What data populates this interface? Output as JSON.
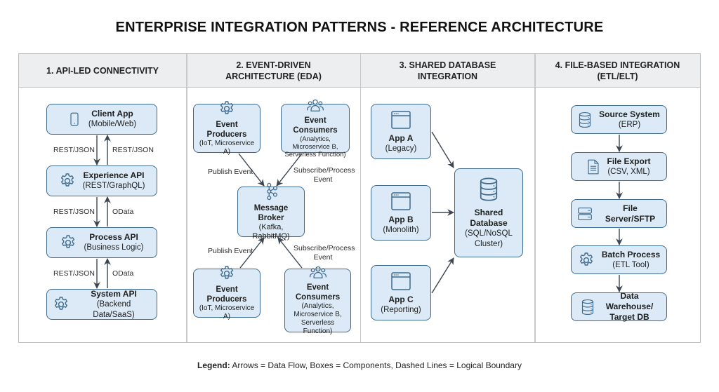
{
  "title": "ENTERPRISE INTEGRATION PATTERNS - REFERENCE ARCHITECTURE",
  "colors": {
    "box_fill": "#dbeaf6",
    "box_border": "#3e6a8e",
    "arrow": "#3b4652",
    "header_fill": "#eceef0"
  },
  "columns": [
    {
      "header_line1": "1. API-LED CONNECTIVITY",
      "header_line2": "",
      "nodes": [
        {
          "icon": "mobile-phone-icon",
          "title": "Client App",
          "subtitle": "(Mobile/Web)"
        },
        {
          "icon": "gear-icon",
          "title": "Experience API",
          "subtitle": "(REST/GraphQL)"
        },
        {
          "icon": "gear-icon",
          "title": "Process API",
          "subtitle": "(Business Logic)"
        },
        {
          "icon": "gear-icon",
          "title": "System API",
          "subtitle": "(Backend Data/SaaS)"
        }
      ],
      "edges": [
        {
          "from": "Client App",
          "to": "Experience API",
          "label": "REST/JSON"
        },
        {
          "from": "Experience API",
          "to": "Client App",
          "label": "REST/JSON"
        },
        {
          "from": "Experience API",
          "to": "Process API",
          "label": "REST/JSON"
        },
        {
          "from": "Process API",
          "to": "Experience API",
          "label": "OData"
        },
        {
          "from": "Process API",
          "to": "System API",
          "label": "REST/JSON"
        },
        {
          "from": "System API",
          "to": "Process API",
          "label": "OData"
        }
      ]
    },
    {
      "header_line1": "2. EVENT-DRIVEN",
      "header_line2": "ARCHITECTURE (EDA)",
      "nodes": [
        {
          "icon": "gear-icon",
          "title": "Event Producers",
          "subtitle": "(IoT, Microservice A)"
        },
        {
          "icon": "users-icon",
          "title": "Event Consumers",
          "subtitle": "(Analytics, Microservice B, Serverless Function)"
        },
        {
          "icon": "broker-hub-icon",
          "title": "Message Broker",
          "subtitle": "(Kafka, RabbitMQ)"
        },
        {
          "icon": "gear-icon",
          "title": "Event Producers",
          "subtitle": "(IoT, Microservice A)"
        },
        {
          "icon": "users-icon",
          "title": "Event Consumers",
          "subtitle": "(Analytics, Microservice B, Serverless Function)"
        }
      ],
      "edges": [
        {
          "from": "Event Producers (top)",
          "to": "Message Broker",
          "label": "Publish Event"
        },
        {
          "from": "Event Consumers (top)",
          "to": "Message Broker",
          "label": "Subscribe/Process Event"
        },
        {
          "from": "Event Producers (bottom)",
          "to": "Message Broker",
          "label": "Publish Event"
        },
        {
          "from": "Event Consumers (bottom)",
          "to": "Message Broker",
          "label": "Subscribe/Process Event"
        }
      ]
    },
    {
      "header_line1": "3. SHARED DATABASE",
      "header_line2": "INTEGRATION",
      "nodes": [
        {
          "icon": "app-window-icon",
          "title": "App A",
          "subtitle": "(Legacy)"
        },
        {
          "icon": "app-window-icon",
          "title": "App B",
          "subtitle": "(Monolith)"
        },
        {
          "icon": "app-window-icon",
          "title": "App C",
          "subtitle": "(Reporting)"
        },
        {
          "icon": "database-icon",
          "title": "Shared Database",
          "subtitle": "(SQL/NoSQL Cluster)"
        }
      ],
      "edges": [
        {
          "from": "App A",
          "to": "Shared Database",
          "label": ""
        },
        {
          "from": "App B",
          "to": "Shared Database",
          "label": ""
        },
        {
          "from": "App C",
          "to": "Shared Database",
          "label": ""
        }
      ]
    },
    {
      "header_line1": "4. FILE-BASED INTEGRATION",
      "header_line2": "(ETL/ELT)",
      "nodes": [
        {
          "icon": "database-icon",
          "title": "Source System",
          "subtitle": "(ERP)"
        },
        {
          "icon": "document-icon",
          "title": "File Export",
          "subtitle": "(CSV, XML)"
        },
        {
          "icon": "server-icon",
          "title": "File Server/SFTP",
          "subtitle": ""
        },
        {
          "icon": "gear-icon",
          "title": "Batch Process",
          "subtitle": "(ETL Tool)"
        },
        {
          "icon": "database-icon",
          "title": "Data Warehouse/ Target DB",
          "subtitle": ""
        }
      ],
      "edges": [
        {
          "from": "Source System",
          "to": "File Export",
          "label": ""
        },
        {
          "from": "File Export",
          "to": "File Server/SFTP",
          "label": ""
        },
        {
          "from": "File Server/SFTP",
          "to": "Batch Process",
          "label": ""
        },
        {
          "from": "Batch Process",
          "to": "Data Warehouse/ Target DB",
          "label": ""
        }
      ]
    }
  ],
  "legend": {
    "label": "Legend:",
    "text": "Arrows = Data Flow, Boxes = Components, Dashed Lines = Logical Boundary"
  }
}
